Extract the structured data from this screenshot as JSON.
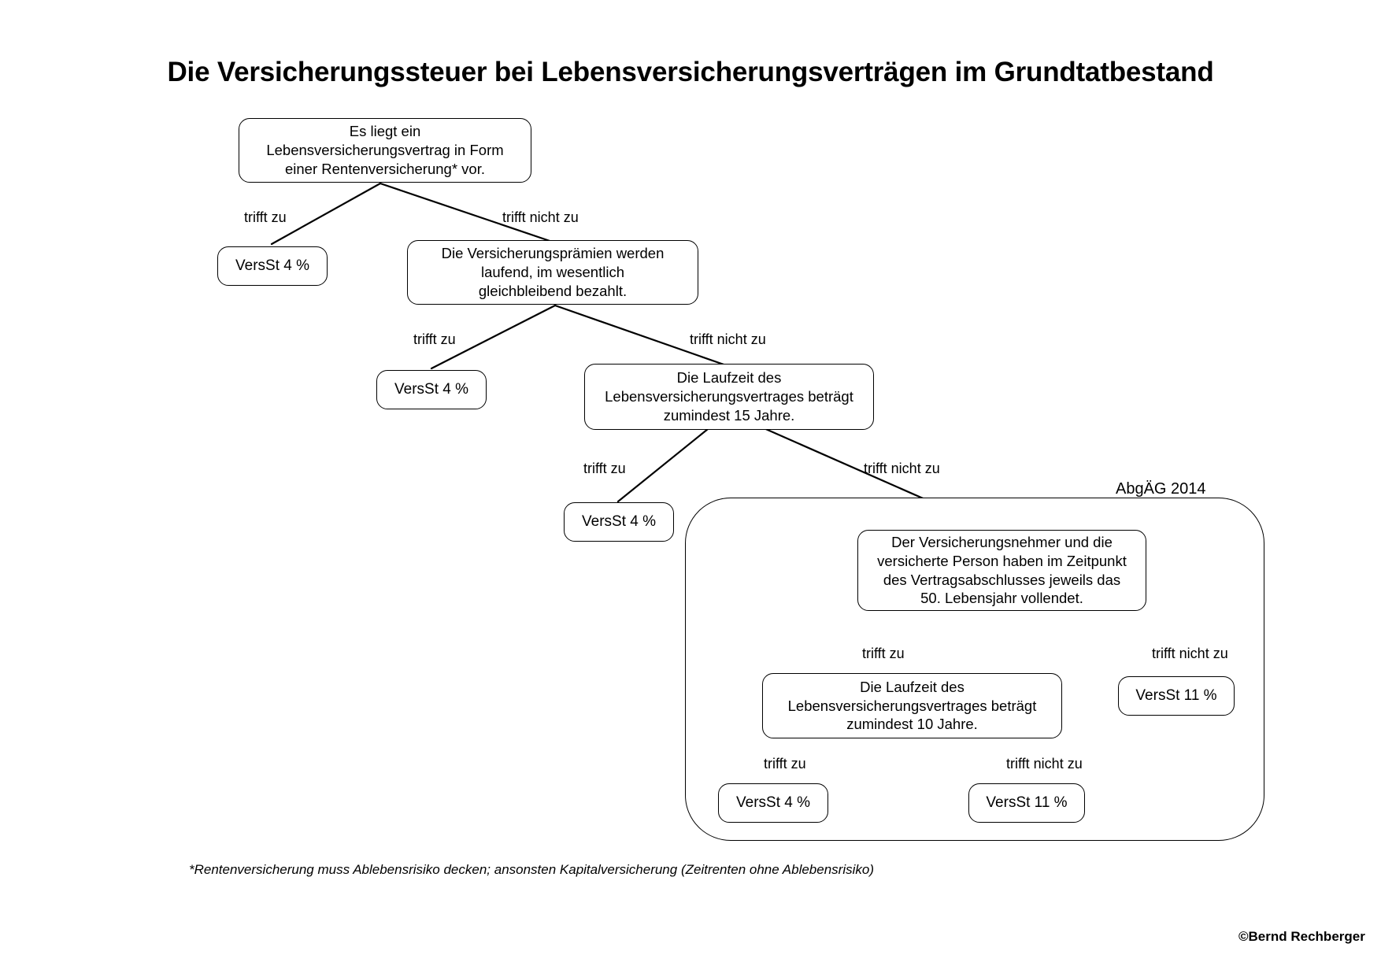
{
  "title": "Die Versicherungssteuer bei Lebensversicherungsverträgen im Grundtatbestand",
  "labels": {
    "yes": "trifft zu",
    "no": "trifft nicht zu"
  },
  "group": {
    "label": "AbgÄG 2014"
  },
  "nodes": {
    "d1_l1": "Es liegt ein",
    "d1_l2": "Lebensversicherungsvertrag in Form",
    "d1_l3": "einer Rentenversicherung* vor.",
    "r1": "VersSt 4 %",
    "d2_l1": "Die Versicherungsprämien werden",
    "d2_l2": "laufend, im wesentlich",
    "d2_l3": "gleichbleibend bezahlt.",
    "r2": "VersSt 4 %",
    "d3_l1": "Die Laufzeit des",
    "d3_l2": "Lebensversicherungsvertrages beträgt",
    "d3_l3": "zumindest 15 Jahre.",
    "r3": "VersSt 4 %",
    "d4_l1": "Der Versicherungsnehmer und die",
    "d4_l2": "versicherte Person haben im Zeitpunkt",
    "d4_l3": "des Vertragsabschlusses jeweils das",
    "d4_l4": "50. Lebensjahr vollendet.",
    "r4": "VersSt 11 %",
    "d5_l1": "Die Laufzeit des",
    "d5_l2": "Lebensversicherungsvertrages beträgt",
    "d5_l3": "zumindest 10 Jahre.",
    "r5a": "VersSt 4 %",
    "r5b": "VersSt 11 %"
  },
  "edge_labels": {
    "e1_yes": "trifft zu",
    "e1_no": "trifft nicht zu",
    "e2_yes": "trifft zu",
    "e2_no": "trifft nicht zu",
    "e3_yes": "trifft zu",
    "e3_no": "trifft nicht zu",
    "e4_yes": "trifft zu",
    "e4_no": "trifft nicht zu",
    "e5_yes": "trifft zu",
    "e5_no": "trifft nicht zu"
  },
  "footnote": "*Rentenversicherung muss Ablebensrisiko decken; ansonsten Kapitalversicherung (Zeitrenten ohne Ablebensrisiko)",
  "copyright": "©Bernd Rechberger",
  "colors": {
    "stroke": "#000000",
    "background": "#ffffff",
    "text": "#000000"
  },
  "chart_data": {
    "type": "flowchart-decision-tree",
    "title": "Die Versicherungssteuer bei Lebensversicherungsverträgen im Grundtatbestand",
    "decisions": [
      {
        "id": "d1",
        "question": "Es liegt ein Lebensversicherungsvertrag in Form einer Rentenversicherung* vor.",
        "yes": "VersSt 4 %",
        "no": "d2"
      },
      {
        "id": "d2",
        "question": "Die Versicherungsprämien werden laufend, im wesentlich gleichbleibend bezahlt.",
        "yes": "VersSt 4 %",
        "no": "d3"
      },
      {
        "id": "d3",
        "question": "Die Laufzeit des Lebensversicherungsvertrages beträgt zumindest 15 Jahre.",
        "yes": "VersSt 4 %",
        "no": "d4"
      },
      {
        "id": "d4",
        "question": "Der Versicherungsnehmer und die versicherte Person haben im Zeitpunkt des Vertragsabschlusses jeweils das 50. Lebensjahr vollendet.",
        "yes": "d5",
        "no": "VersSt 11 %",
        "group": "AbgÄG 2014"
      },
      {
        "id": "d5",
        "question": "Die Laufzeit des Lebensversicherungsvertrages beträgt zumindest 10 Jahre.",
        "yes": "VersSt 4 %",
        "no": "VersSt 11 %",
        "group": "AbgÄG 2014"
      }
    ],
    "outcomes": [
      "VersSt 4 %",
      "VersSt 4 %",
      "VersSt 4 %",
      "VersSt 11 %",
      "VersSt 4 %",
      "VersSt 11 %"
    ],
    "tax_rates": [
      4,
      4,
      4,
      11,
      4,
      11
    ],
    "branch_labels": {
      "true": "trifft zu",
      "false": "trifft nicht zu"
    }
  }
}
